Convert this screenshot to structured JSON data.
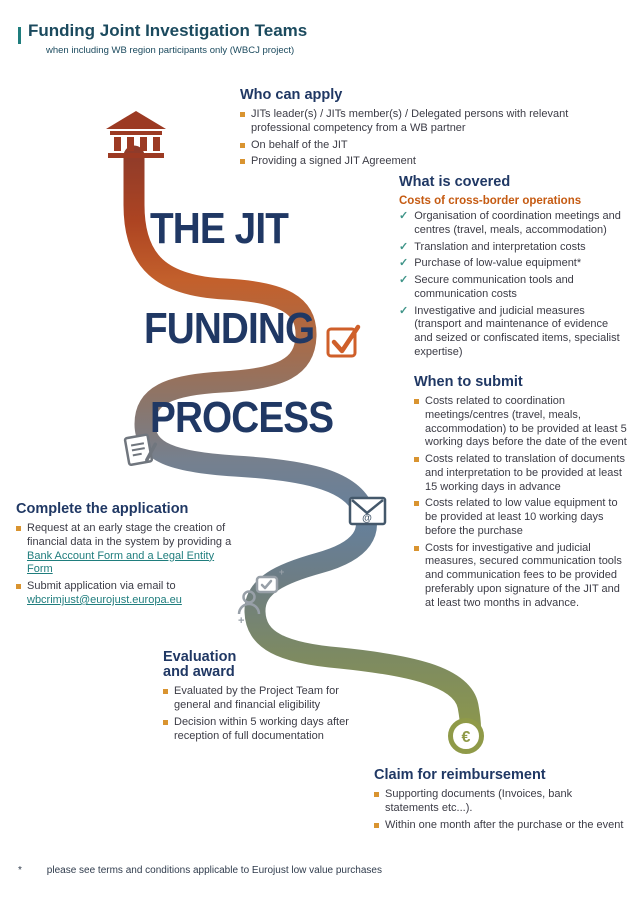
{
  "page": {
    "title": "Funding Joint Investigation Teams",
    "subtitle": "when including WB region participants only (WBCJ project)",
    "footnote_star": "*",
    "footnote": "please see terms and conditions applicable to Eurojust low value purchases"
  },
  "process": {
    "word1": "THE JIT",
    "word2": "FUNDING",
    "word3": "PROCESS"
  },
  "icons": {
    "check": "✓",
    "euro": "€",
    "at": "@",
    "plus": "+"
  },
  "colors": {
    "navy": "#203864",
    "title-teal": "#1b4a5e",
    "orange": "#c55a11",
    "bullet-orange": "#d99430",
    "check-green": "#3f9488",
    "link-teal": "#1f7d7d",
    "text": "#3c3c46",
    "path-rust": "#a84424",
    "path-orange": "#c3602c",
    "path-slate": "#65809c",
    "path-olive": "#8f9a48"
  },
  "sections": {
    "who_can_apply": {
      "title": "Who can apply",
      "items": [
        "JITs leader(s) / JITs member(s) / Delegated persons with relevant professional competency from a WB partner",
        "On behalf of the JIT",
        "Providing a signed JIT Agreement"
      ]
    },
    "what_is_covered": {
      "title": "What is covered",
      "subtitle": "Costs of cross-border operations",
      "items": [
        "Organisation of coordination meetings and centres (travel, meals, accommodation)",
        "Translation and interpretation costs",
        "Purchase of low-value equipment*",
        "Secure communication tools and communication costs",
        "Investigative and judicial measures (transport and maintenance of evidence and seized or confiscated items, specialist expertise)"
      ]
    },
    "when_to_submit": {
      "title": "When to submit",
      "items": [
        "Costs related to coordination meetings/centres (travel, meals, accommodation) to be provided at least 5 working days before the date of the event",
        "Costs related to translation of documents and interpretation to be provided at least 15 working days in advance",
        "Costs related to low value equipment to be provided at least 10 working days before the purchase",
        "Costs for investigative and judicial measures, secured communication tools and communication fees to be provided preferably upon signature of the JIT and at least two months in advance."
      ]
    },
    "complete_application": {
      "title": "Complete the application",
      "item1_prefix": "Request at an early stage the creation of financial data in the system by providing a ",
      "item1_link": "Bank Account Form and a Legal Entity Form",
      "item2_prefix": "Submit application via email to ",
      "item2_link": "wbcrimjust@eurojust.europa.eu"
    },
    "evaluation_award": {
      "title_line1": "Evaluation",
      "title_line2": "and award",
      "items": [
        "Evaluated by the Project Team for general and financial eligibility",
        "Decision within 5 working days after reception of full documentation"
      ]
    },
    "claim_reimbursement": {
      "title": "Claim for reimbursement",
      "items": [
        "Supporting documents (Invoices, bank statements etc...).",
        "Within one month after the purchase or the event"
      ]
    }
  }
}
